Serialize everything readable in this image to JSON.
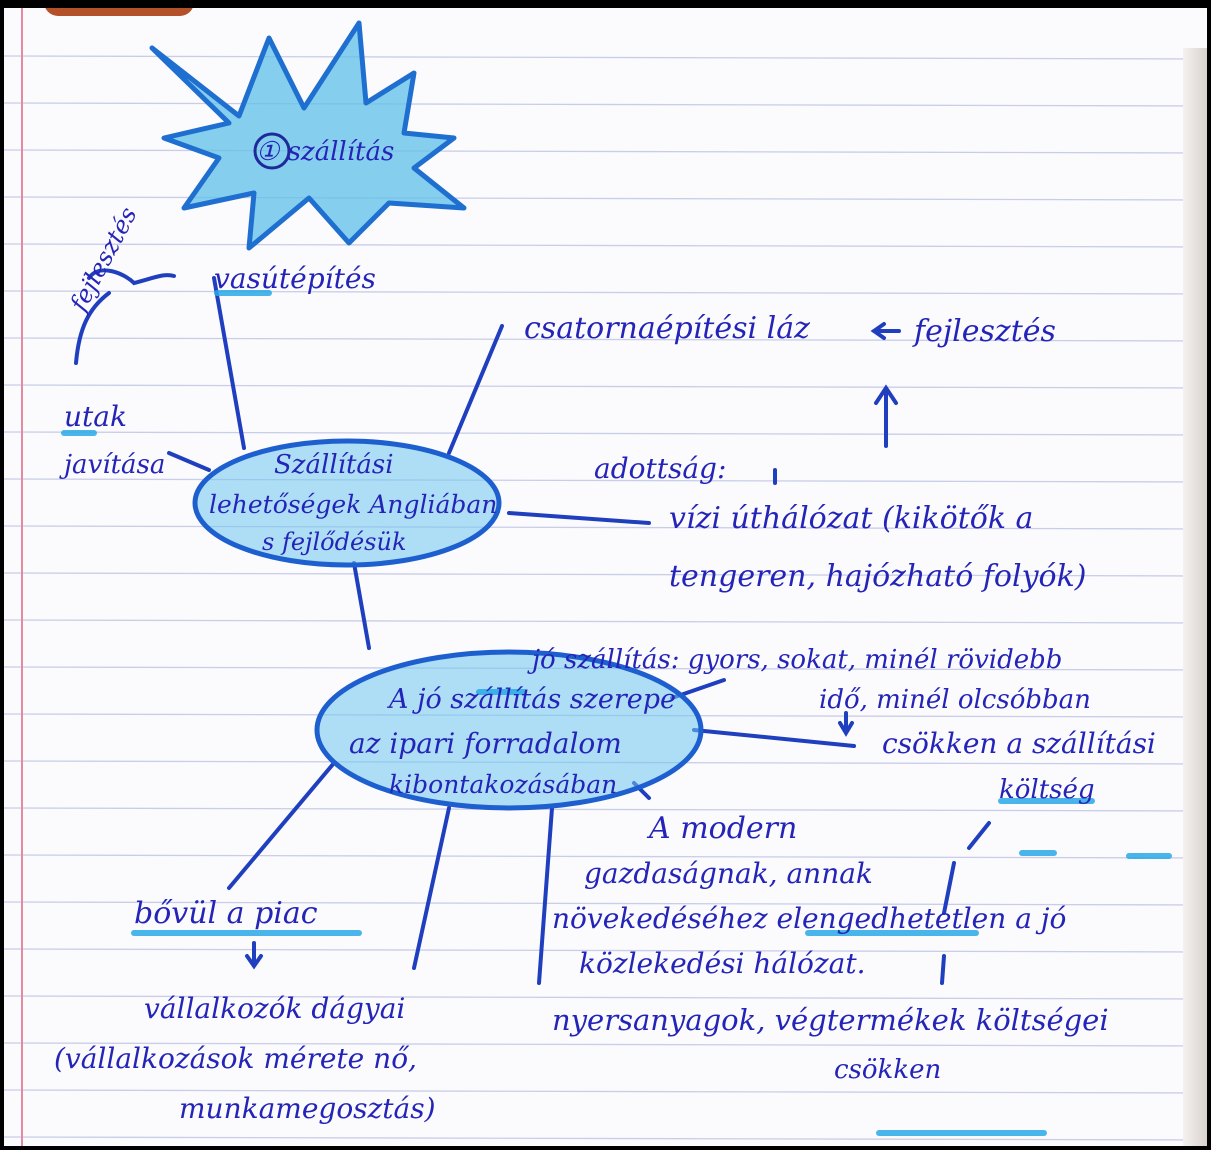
{
  "notes": {
    "star": "① szállítás",
    "top_left": {
      "fejlesztes": "fejlesztés",
      "vasutepites": "vasútépítés"
    },
    "utak": [
      "utak",
      "javítása"
    ],
    "center_bubble": [
      "Szállítási",
      "lehetőségek Angliában",
      "s fejlődésük"
    ],
    "top_right": {
      "csatorna": "csatornaépítési láz",
      "fejlesztes": "fejlesztés"
    },
    "adottsag": "adottság:",
    "vizi": [
      "vízi úthálózat (kikötők a",
      "tengeren, hajózható folyók)"
    ],
    "jo_szallitas": [
      "jó szállítás: gyors, sokat, minél rövidebb",
      "idő, minél olcsóbban"
    ],
    "bubble_two": [
      "A jó szállítás szerepe",
      "az ipari forradalom",
      "kibontakozásában"
    ],
    "csokken_koltseg": [
      "csökken a szállítási",
      "költség"
    ],
    "modern": [
      "A modern",
      "gazdaságnak, annak",
      "növekedéséhez elengedhetetlen a jó",
      "közlekedési hálózat."
    ],
    "nyersanyag": [
      "nyersanyagok, végtermékek költségei",
      "csökken"
    ],
    "bovul": "bővül a piac",
    "vallalkozok": [
      "vállalkozók dágyai",
      "(vállalkozások mérete nő,",
      "munkamegosztás)"
    ]
  },
  "colors": {
    "ink": "#2424b8",
    "highlight": "#2aa8e6",
    "rule": "#c9cde8",
    "margin": "#e58aa3",
    "frame": "#000000"
  }
}
